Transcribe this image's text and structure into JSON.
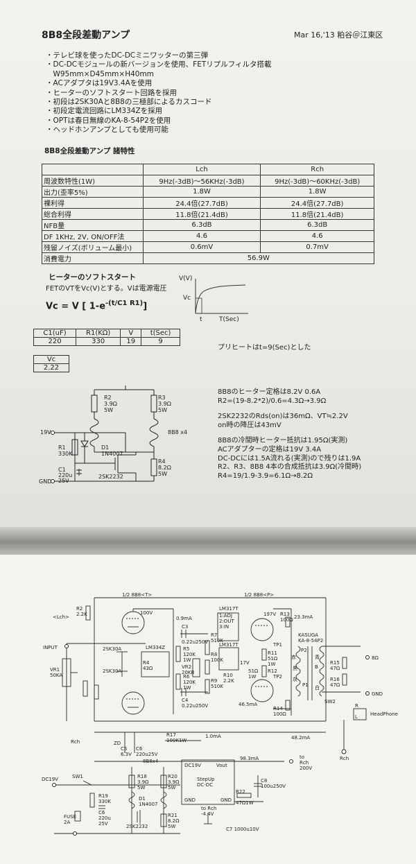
{
  "header": {
    "title": "8B8全段差動アンプ",
    "date": "Mar 16,'13 粕谷＠江東区"
  },
  "bullets": [
    "・テレビ球を使ったDC-DCミニワッターの第三弾",
    "・DC-DCモジュールの新バージョンを使用、FETリプルフィルタ搭載",
    "　W95mm×D45mm×H40mm",
    "・ACアダプタは19V3.4Aを使用",
    "・ヒーターのソフトスタート回路を採用",
    "・初段は2SK30Aと8B8の三極部によるカスコード",
    "・初段定電流回路にLM334Zを採用",
    "・OPTは春日無線のKA-8-54P2を使用",
    "・ヘッドホンアンプとしても使用可能"
  ],
  "spec": {
    "title": "8B8全段差動アンプ 諸特性",
    "columns": [
      "",
      "Lch",
      "Rch"
    ],
    "rows": [
      [
        "周波数特性(1W)",
        "9Hz(-3dB)〜56KHz(-3dB)",
        "9Hz(-3dB)〜60KHz(-3dB)"
      ],
      [
        "出力(歪率5%)",
        "1.8W",
        "1.8W"
      ],
      [
        "裸利得",
        "24.4倍(27.7dB)",
        "24.4倍(27.7dB)"
      ],
      [
        "総合利得",
        "11.8倍(21.4dB)",
        "11.8倍(21.4dB)"
      ],
      [
        "NFB量",
        "6.3dB",
        "6.3dB"
      ],
      [
        "DF 1KHz, 2V, ON/OFF法",
        "4.6",
        "4.6"
      ],
      [
        "残留ノイズ(ボリューム最小)",
        "0.6mV",
        "0.7mV"
      ]
    ],
    "power_label": "消費電力",
    "power_value": "56.9W"
  },
  "softstart": {
    "title": "ヒーターのソフトスタート",
    "desc": "FETのVTをVc(V)とする。Vは電源電圧",
    "formula": "Vc = V [ 1-e",
    "exponent": "-(t/C1 R1)",
    "formula_end": "]",
    "graph": {
      "ylabel": "V(V)",
      "vc": "Vc",
      "t": "t",
      "xlabel": "T(Sec)"
    },
    "table1_headers": [
      "C1(uF)",
      "R1(KΩ)",
      "V",
      "t(Sec)"
    ],
    "table1_values": [
      "220",
      "330",
      "19",
      "9"
    ],
    "table2_header": "Vc",
    "table2_value": "2.22",
    "preheat": "プリヒートはt=9(Sec)とした"
  },
  "heater_circuit": {
    "r2": [
      "R2",
      "3.9Ω",
      "5W"
    ],
    "r3": [
      "R3",
      "3.9Ω",
      "5W"
    ],
    "tube": "8B8 x4",
    "v19": "19V",
    "r1": [
      "R1",
      "330K"
    ],
    "d1": [
      "D1",
      "1N4007"
    ],
    "c1": [
      "C1",
      "220u",
      "25V"
    ],
    "fet": "2SK2232",
    "r4": [
      "R4",
      "8.2Ω",
      "5W"
    ],
    "gnd": "GND"
  },
  "notes": [
    "8B8のヒーター定格は8.2V 0.6A",
    "R2=(19-8.2*2)/0.6=4.3Ω→3.9Ω",
    "",
    "2SK2232のRds(on)は36mΩ、VT≒2.2V",
    "on時の降圧は43mV",
    "",
    "8B8の冷間時ヒーター抵抗は1.95Ω(実測)",
    "ACアダプターの定格は19V 3.4A",
    "DC-DCには1.5A流れる(実測)ので残りは1.9A",
    "R2、R3、8B8 4本の合成抵抗は3.9Ω(冷間時)",
    "R4=19/1.9-3.9=6.1Ω→8.2Ω"
  ],
  "schematic": {
    "half_t": "1/2 8B8<T>",
    "half_p": "1/2 8B8<P>",
    "lch": "<Lch>",
    "input": "INPUT",
    "vr1": [
      "VR1",
      "50KA"
    ],
    "r2": [
      "R2",
      "2.2K"
    ],
    "k30a_1": "2SK30A",
    "k30a_2": "2SK30A",
    "lm334": "LM334Z",
    "r4": [
      "R4",
      "43Ω"
    ],
    "v100": "100V",
    "ma09": "0.9mA",
    "c3": [
      "C3",
      "0.22u250V"
    ],
    "r5": [
      "R5",
      "120K",
      "1W"
    ],
    "r6": [
      "R6",
      "120K",
      "1W"
    ],
    "c4": [
      "C4",
      "0.22u250V"
    ],
    "lm317t_1": [
      "LM317T",
      "1:ADJ",
      "2:OUT",
      "3:IN"
    ],
    "lm317t_2": "LM317T",
    "r7": [
      "R7",
      "510K"
    ],
    "r8": [
      "R8",
      "100K"
    ],
    "vr2": [
      "VR2",
      "20KB"
    ],
    "r9": [
      "R9",
      "510K"
    ],
    "r10": [
      "R10",
      "2.2K"
    ],
    "v17": "17V",
    "v197": "197V",
    "r13": [
      "R13",
      "100Ω"
    ],
    "ma233": "23.3mA",
    "tp1": "TP1",
    "tp2": "TP2",
    "r11": [
      "R11",
      "51Ω",
      "1W"
    ],
    "r12": [
      "R12",
      "51Ω",
      "1W"
    ],
    "r14": [
      "R14",
      "100Ω"
    ],
    "ma465": "46.5mA",
    "kasuga": [
      "KASUGA",
      "KA-8-54P2"
    ],
    "p2": "P2",
    "red": "赤",
    "blue": "青",
    "black": "黒",
    "gray": "灰",
    "white": "白",
    "p1": "P1",
    "b": "B",
    "ohm8": "8Ω",
    "r15": [
      "R15",
      "47Ω"
    ],
    "r16": [
      "R16",
      "47Ω"
    ],
    "gnd": "GND",
    "sw2": "SW2",
    "headphone": "HeadPhone",
    "r_l": [
      "R",
      "L"
    ],
    "rch": "Rch",
    "r17": [
      "R17",
      "100K1W"
    ],
    "ma10": "1.0mA",
    "ma482": "48.2mA",
    "c5": [
      "C5",
      "6.3V"
    ],
    "c6": [
      "C6",
      "220u25V"
    ],
    "zd": "ZD",
    "dc19v": "DC19V",
    "sw1": "SW1",
    "fuse": [
      "FUSE",
      "2A"
    ],
    "b8x4": "8B8x4",
    "r19": [
      "R19",
      "330K"
    ],
    "c6b": [
      "C6",
      "220u",
      "25V"
    ],
    "d1": [
      "D1",
      "1N4007"
    ],
    "fet": "2SK2232",
    "r18": [
      "R18",
      "3.9Ω",
      "5W"
    ],
    "r20": [
      "R20",
      "3.9Ω",
      "5W"
    ],
    "r21": [
      "R21",
      "8.2Ω",
      "5W"
    ],
    "dcdc": [
      "DC19V",
      "Vout",
      "StepUp",
      "DC-DC",
      "GND",
      "GND"
    ],
    "ma983": "98.3mA",
    "to_rch": [
      "to",
      "Rch",
      "200V"
    ],
    "c8": [
      "C8",
      "100u250V"
    ],
    "r22": [
      "R22",
      "47Ω1W"
    ],
    "to_rch_small": "to Rch",
    "c7": "C7 1000u10V",
    "v44": "-4.4V"
  }
}
